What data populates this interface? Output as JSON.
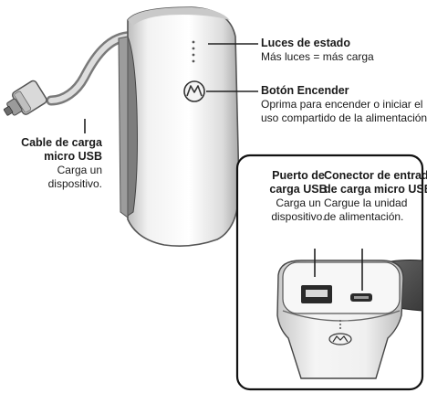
{
  "callouts": {
    "status_lights": {
      "title": "Luces de estado",
      "desc": "Más luces = más carga"
    },
    "power_button": {
      "title": "Botón Encender",
      "desc_1": "Oprima para encender o iniciar el",
      "desc_2": "uso compartido de la alimentación."
    },
    "micro_usb_cable": {
      "title_1": "Cable de carga",
      "title_2": "micro USB",
      "desc_1": "Carga un",
      "desc_2": "dispositivo."
    },
    "usb_port": {
      "title_1": "Puerto de",
      "title_2": "carga USB",
      "desc_1": "Carga un",
      "desc_2": "dispositivo."
    },
    "micro_usb_input": {
      "title_1": "Conector de entrada",
      "title_2": "de carga micro USB",
      "desc_1": "Cargue la unidad",
      "desc_2": "de alimentación."
    }
  }
}
